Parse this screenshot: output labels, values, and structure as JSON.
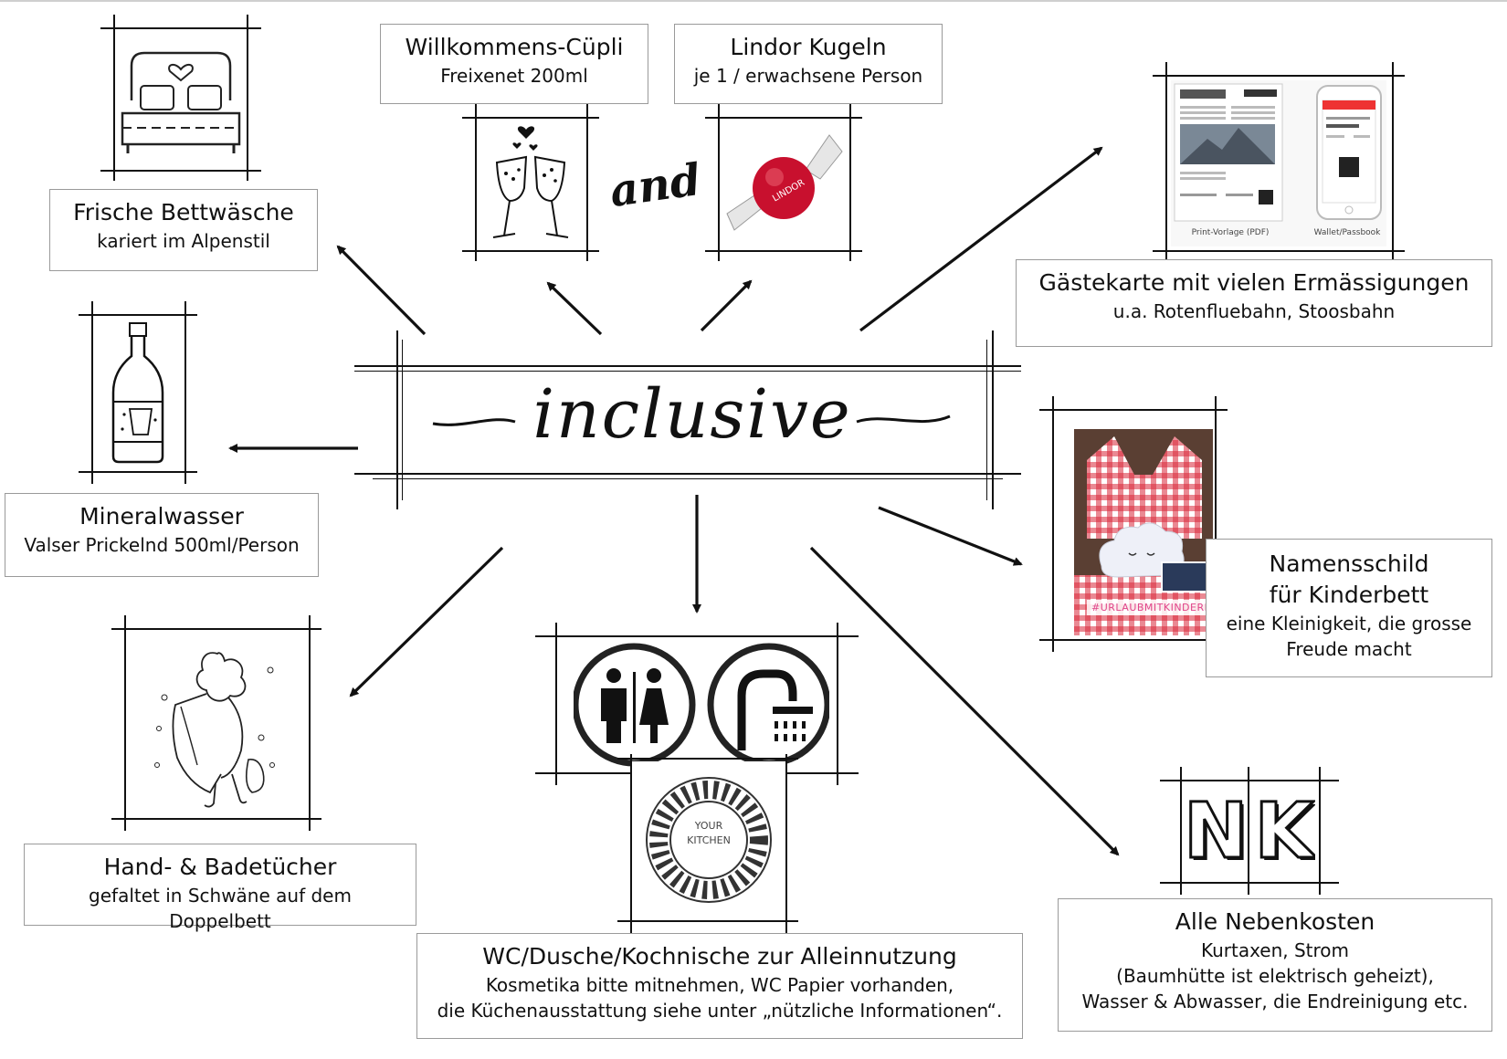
{
  "center": {
    "word": "inclusive"
  },
  "items": {
    "bettwaesche": {
      "title": "Frische Bettwäsche",
      "sub": "kariert im Alpenstil"
    },
    "cuepli": {
      "title": "Willkommens-Cüpli",
      "sub": "Freixenet 200ml"
    },
    "lindor": {
      "title": "Lindor Kugeln",
      "sub": "je 1 / erwachsene Person"
    },
    "gaestekarte": {
      "title": "Gästekarte mit vielen Ermässigungen",
      "sub": "u.a. Rotenfluebahn, Stoosbahn",
      "pdf_caption": "Print-Vorlage (PDF)",
      "wallet_caption": "Wallet/Passbook"
    },
    "mineralwasser": {
      "title": "Mineralwasser",
      "sub": "Valser Prickelnd 500ml/Person"
    },
    "namensschild": {
      "title_line1": "Namensschild",
      "title_line2": "für Kinderbett",
      "sub_line1": "eine Kleinigkeit, die grosse",
      "sub_line2": "Freude macht",
      "hashtag": "#URLAUBMITKINDERN"
    },
    "badetuecher": {
      "title": "Hand- & Badetücher",
      "sub": "gefaltet in Schwäne auf dem Doppelbett"
    },
    "wc": {
      "title": "WC/Dusche/Kochnische zur Alleinnutzung",
      "sub_line1": "Kosmetika bitte mitnehmen, WC Papier vorhanden,",
      "sub_line2": "die Küchenausstattung siehe unter „nützliche Informationen“.",
      "kitchen_label_1": "YOUR",
      "kitchen_label_2": "KITCHEN"
    },
    "nebenkosten": {
      "title": "Alle Nebenkosten",
      "sub_line1": "Kurtaxen, Strom",
      "sub_line2": "(Baumhütte ist elektrisch geheizt),",
      "sub_line3": "Wasser & Abwasser, die Endreinigung etc.",
      "letter_1": "N",
      "letter_2": "K"
    }
  },
  "and_word": "and",
  "lindor_brand": "LINDOR",
  "colors": {
    "stroke": "#111111",
    "box_border": "#9a9a9a",
    "gingham_red": "#d8283a",
    "lindor_red": "#c8102e",
    "hashtag_pink": "#e0458a"
  }
}
